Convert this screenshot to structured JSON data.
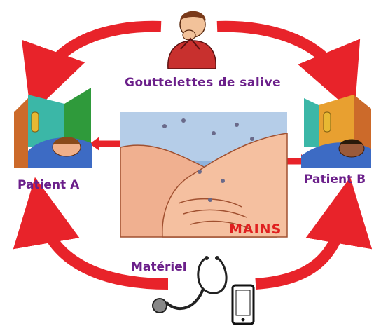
{
  "labels": {
    "droplets": "Gouttelettes de salive",
    "patient_a": "Patient A",
    "patient_b": "Patient B",
    "hands": "MAINS",
    "material": "Matériel"
  },
  "colors": {
    "arrow_red": "#e8232a",
    "label_purple": "#6b1f8a",
    "hands_label": "#e02020",
    "sky": "#8fb3dc"
  },
  "icons": [
    "coughing-person-icon",
    "patient-bed-icon",
    "handshake-icon",
    "stethoscope-icon",
    "smartphone-icon"
  ]
}
